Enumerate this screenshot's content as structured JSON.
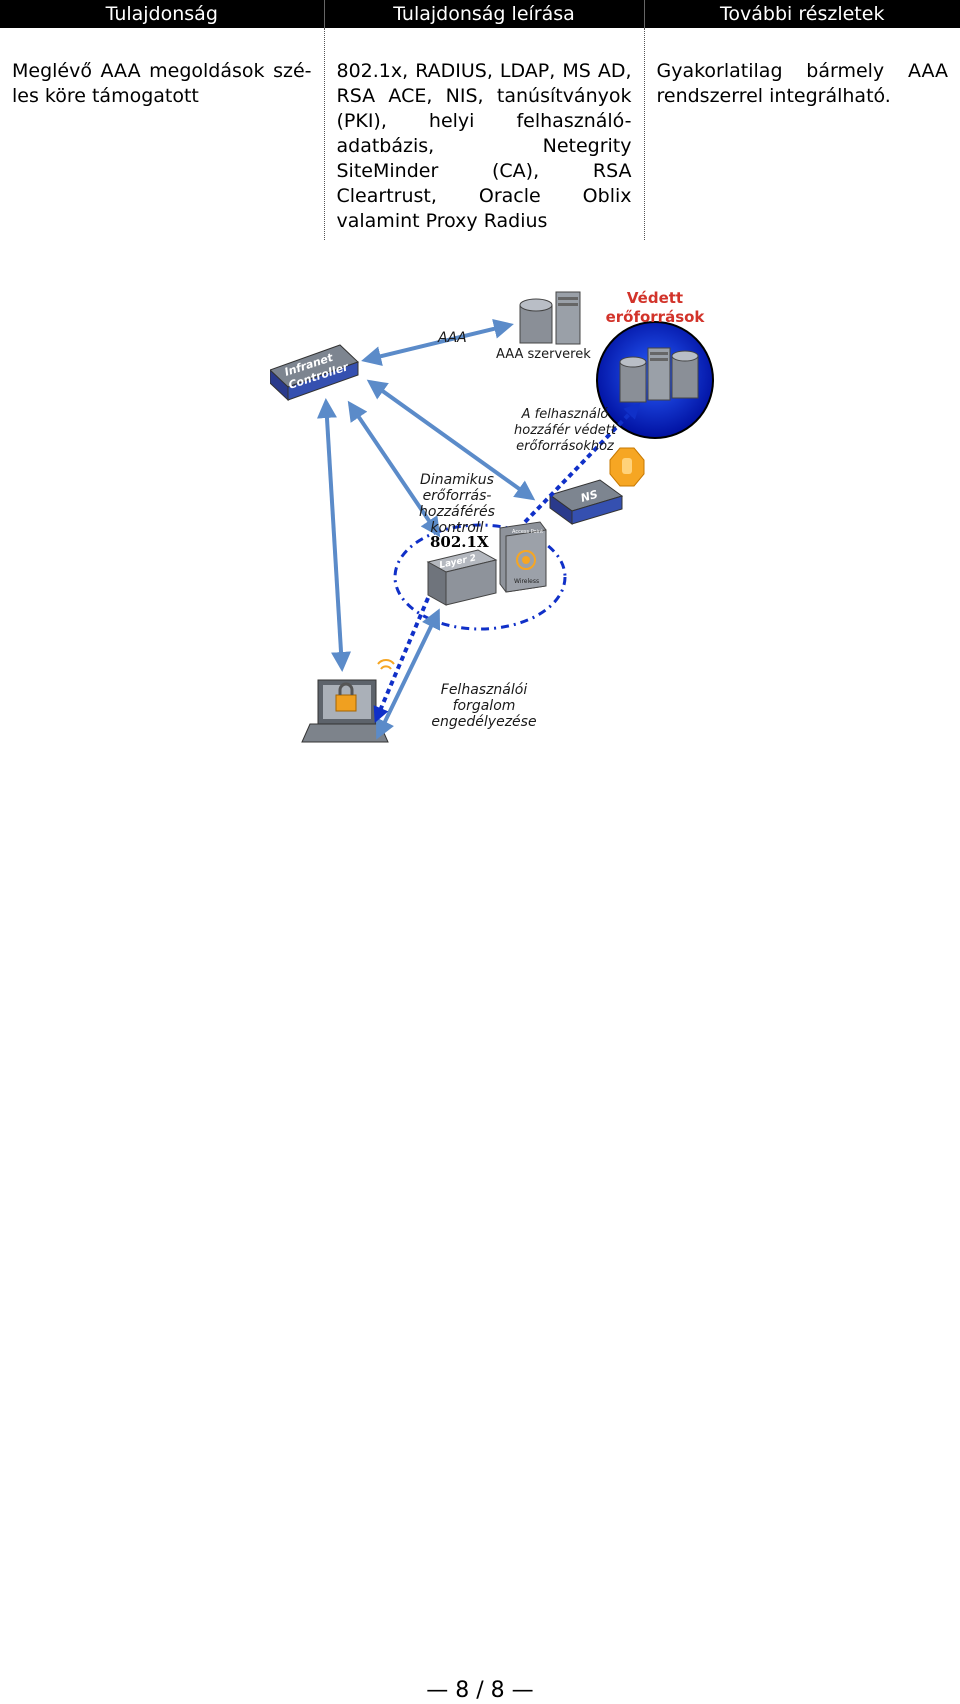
{
  "table": {
    "headers": [
      "Tulajdonság",
      "Tulajdonság leírása",
      "További részletek"
    ],
    "row": {
      "property": "Meglévő AAA megoldások szé-les köre támogatott",
      "description": "802.1x, RADIUS, LDAP, MS AD, RSA ACE, NIS, tanúsítványok (PKI), helyi felhasználó-adatbázis, Netegrity SiteMinder (CA), RSA Cleartrust, Oracle Oblix valamint Proxy Radius",
      "details": "Gyakorlatilag bármely AAA rendszerrel integrálható."
    }
  },
  "diagram": {
    "title_line1": "Védett",
    "title_line2": "erőforrások",
    "aaa_arrow_label": "AAA",
    "aaa_servers_label": "AAA szerverek",
    "access_line1": "A felhasználó",
    "access_line2": "hozzáfér védett",
    "access_line3": "erőforrásokhoz",
    "dynamic_line1": "Dinamikus",
    "dynamic_line2": "erőforrás-",
    "dynamic_line3": "hozzáférés",
    "dynamic_line4": "kontroll",
    "dot1x_label": "802.1X",
    "traffic_line1": "Felhasználói",
    "traffic_line2": "forgalom",
    "traffic_line3": "engedélyezése",
    "controller_line1": "Infranet",
    "controller_line2": "Controller",
    "ns_label": "NS",
    "layer2_label": "Layer 2",
    "ap_label": "Access Point",
    "wireless_label": "Wireless"
  },
  "footer": {
    "page": "— 8 / 8 —"
  }
}
